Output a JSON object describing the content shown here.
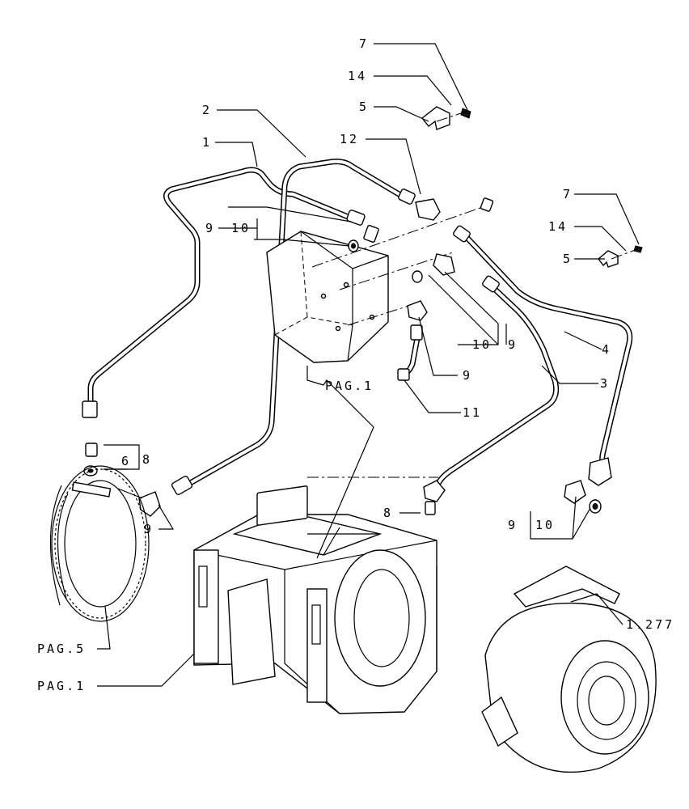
{
  "labels": {
    "l7a": "7",
    "l14a": "14",
    "l5a": "5",
    "l12": "12",
    "l2": "2",
    "l1": "1",
    "l9a": "9",
    "l10a": "10",
    "l7b": "7",
    "l14b": "14",
    "l5b": "5",
    "l10b": "10",
    "l9b": "9",
    "l4": "4",
    "l9c": "9",
    "l3": "3",
    "l11": "11",
    "pag1a": "PAG.1",
    "l8a": "8",
    "l6": "6",
    "l9d": "9",
    "l8b": "8",
    "l9e": "9",
    "l10c": "10",
    "l1277": "1.277",
    "pag5": "PAG.5",
    "pag1b": "PAG.1"
  }
}
